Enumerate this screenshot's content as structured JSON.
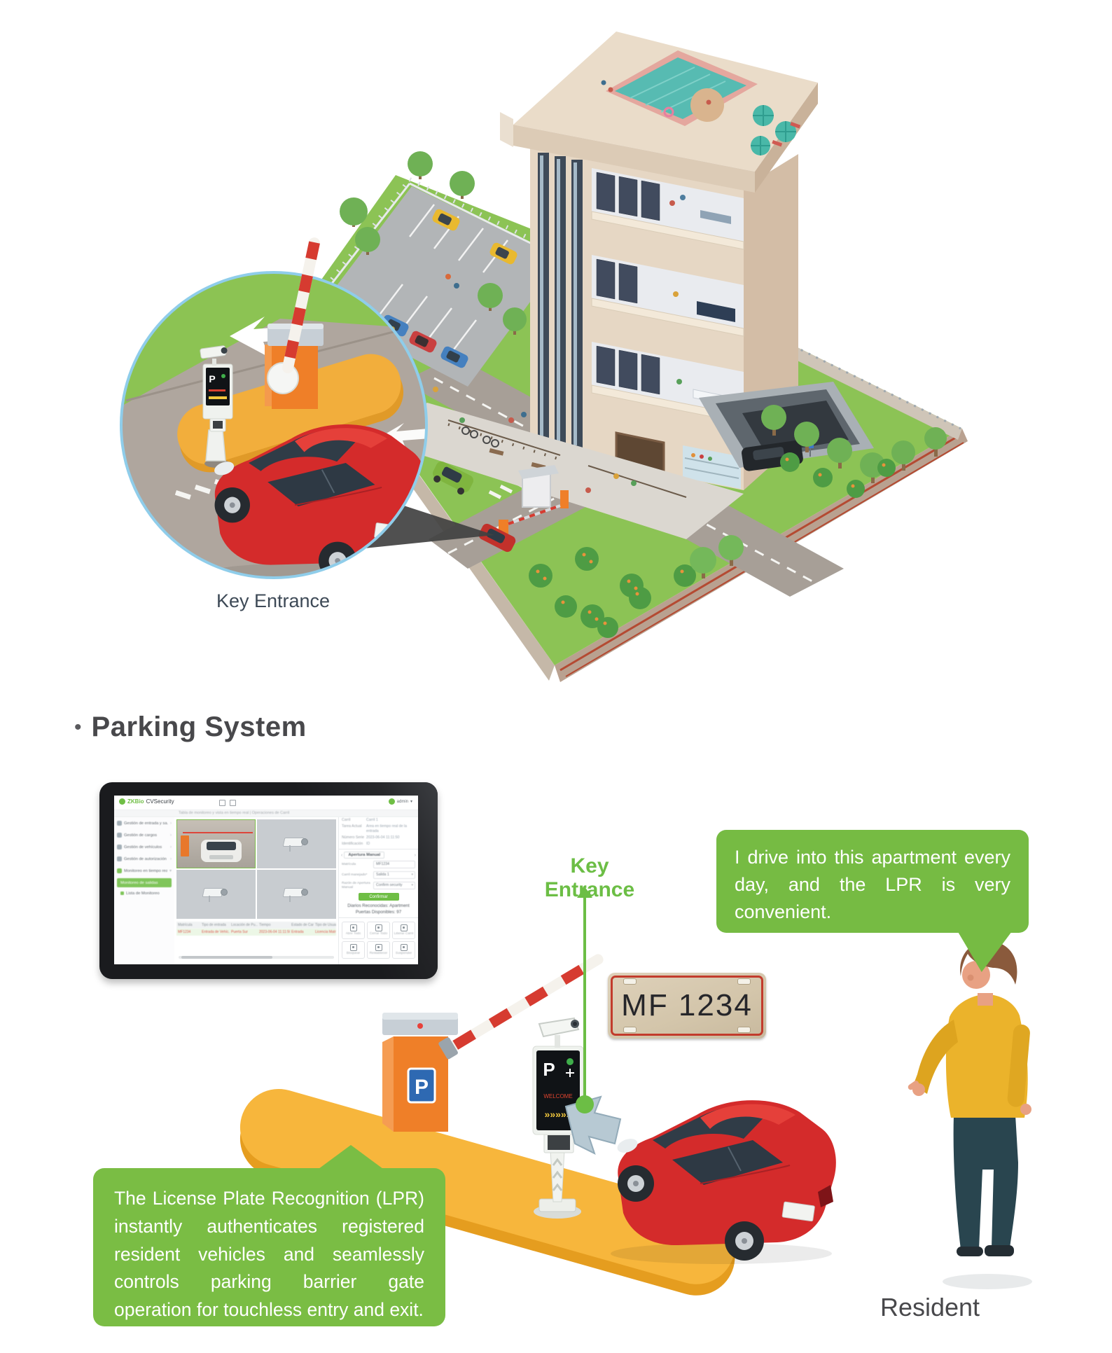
{
  "hero": {
    "caption": "Key Entrance"
  },
  "section": {
    "bullet": "•",
    "heading": "Parking System"
  },
  "tablet": {
    "logo_prefix": "ZKBio",
    "logo_suffix": " CVSecurity",
    "user_label": "admin",
    "user_caret": "▾",
    "breadcrumb": "Tabla de monitoreo y vista en tiempo real  |  Operaciones de Carril",
    "sidebar": {
      "items": [
        {
          "label": "Gestión de entrada y sa..",
          "chevron": "›"
        },
        {
          "label": "Gestión de cargos",
          "chevron": "›"
        },
        {
          "label": "Gestión de vehículos",
          "chevron": "›"
        },
        {
          "label": "Gestión de autorización",
          "chevron": "›"
        },
        {
          "label": "Monitoreo en tiempo real",
          "chevron": "▾"
        }
      ],
      "subitems": [
        {
          "label": "Monitoreo de salidas"
        },
        {
          "label": "Lista de Monitoreo"
        }
      ]
    },
    "table": {
      "headers": [
        "Matrícula",
        "Tipo de entrada",
        "Locación de Pu...",
        "Tiempo",
        "Estado de Carril",
        "Tipo de Usuario"
      ],
      "row": [
        "MF1234",
        "Entrada de Vehíc..",
        "Puerta Sur",
        "2023-06-04 11:11:50",
        "Entrada",
        "Licencia Matrícula"
      ]
    },
    "panel": {
      "info": [
        {
          "label": "Carril",
          "value": "Carril 1"
        },
        {
          "label": "Tarea Actual",
          "value": "Área en tiempo real de la entrada"
        },
        {
          "label": "Número Serie",
          "value": "2023-06-04 11:11:50"
        },
        {
          "label": "Identificación",
          "value": "ID"
        }
      ],
      "nav_left": "‹",
      "nav_right": "›",
      "tab": "Apertura Manual",
      "caret": "▾",
      "fields": [
        {
          "label": "Matrícula",
          "value": "MF1234"
        },
        {
          "label": "Carril manejado*",
          "value": "Salida 1"
        },
        {
          "label": "Razón de Apertura Manual",
          "value": "Confirm security"
        }
      ],
      "button": "Confirmar",
      "summary_line1": "Diarios Reconocidas:  Apartment",
      "summary_line2": "Puertas Disponibles:  97",
      "actions": [
        {
          "label": "Abrir Todo"
        },
        {
          "label": "Cerrar Todo"
        },
        {
          "label": "Liberar Carril"
        },
        {
          "label": "Bloquear"
        },
        {
          "label": "Restablecer"
        },
        {
          "label": "Suspender"
        }
      ]
    }
  },
  "gate": {
    "key_entrance_label": "Key Entrance",
    "p_sign": "P",
    "display_p": "P",
    "display_red": "WELCOME",
    "display_arrows": "»»»»»"
  },
  "plate": {
    "text": "MF 1234"
  },
  "resident": {
    "bubble": "I drive into this apartment every day, and the LPR is very convenient.",
    "label": "Resident"
  },
  "callout": {
    "text": "The License Plate Recognition (LPR) instantly authenticates registered resident vehicles and seamlessly controls parking barrier gate operation for touchless entry and exit."
  },
  "colors": {
    "brand_green": "#76BB43",
    "accent_orange": "#EF7F28",
    "barrier_red": "#D63B30",
    "car_red": "#D42B2B",
    "ring_blue": "#8FCDEA"
  }
}
